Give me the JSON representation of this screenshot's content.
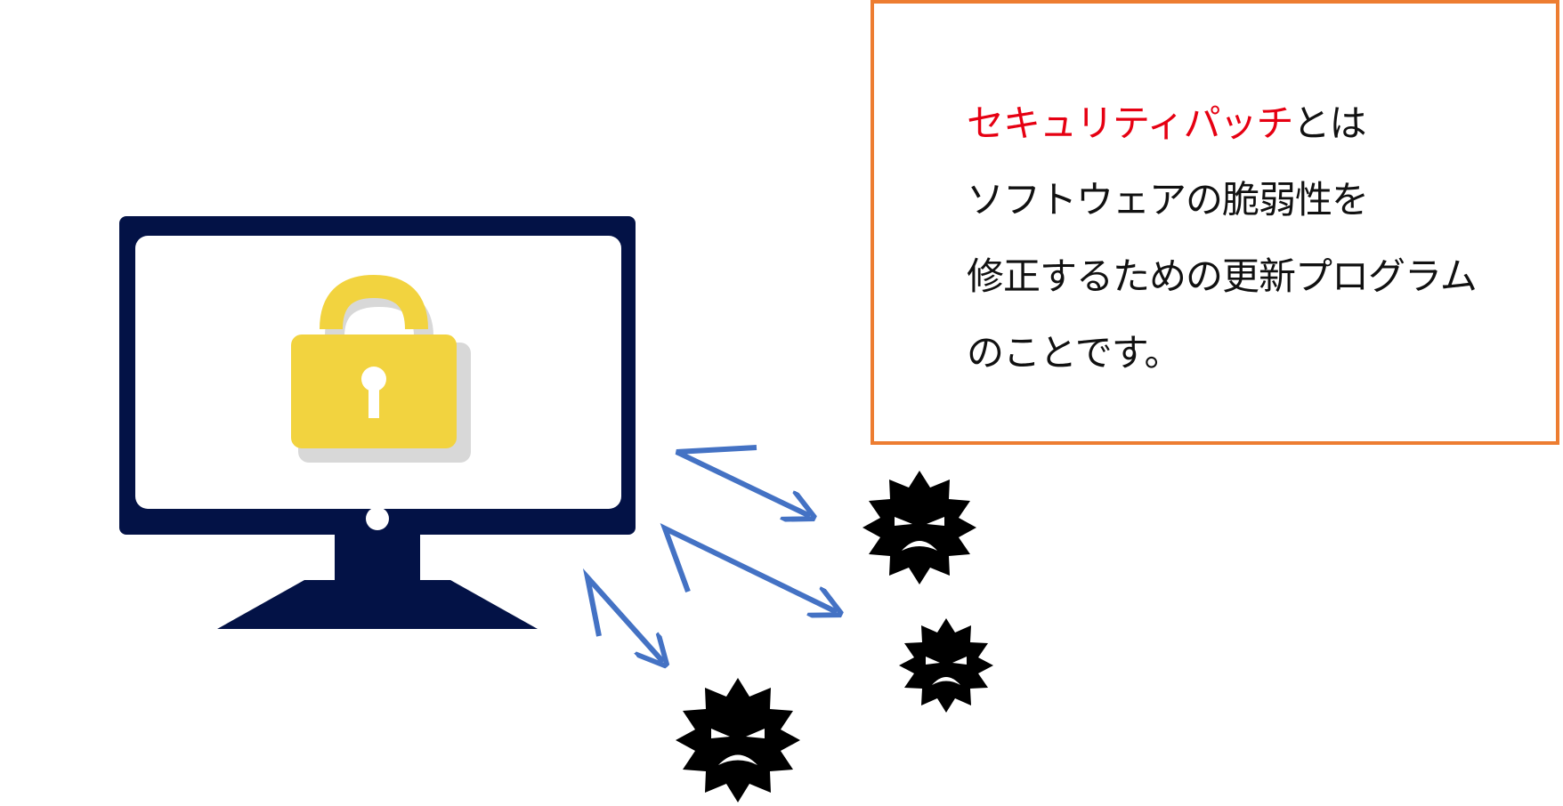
{
  "info": {
    "line1_highlight": "セキュリティパッチ",
    "line1_rest": "とは",
    "line2": "ソフトウェアの脆弱性を",
    "line3": "修正するための更新プログラム",
    "line4": "のことです。"
  },
  "colors": {
    "monitor": "#031246",
    "lock": "#F2D33F",
    "lock_shadow": "#D8D8D8",
    "arrow": "#4472C4",
    "virus": "#000000",
    "box_border": "#ED7D31",
    "highlight_text": "#E60012"
  },
  "icons": [
    "monitor-icon",
    "padlock-icon",
    "virus-icon",
    "arrow-icon"
  ]
}
